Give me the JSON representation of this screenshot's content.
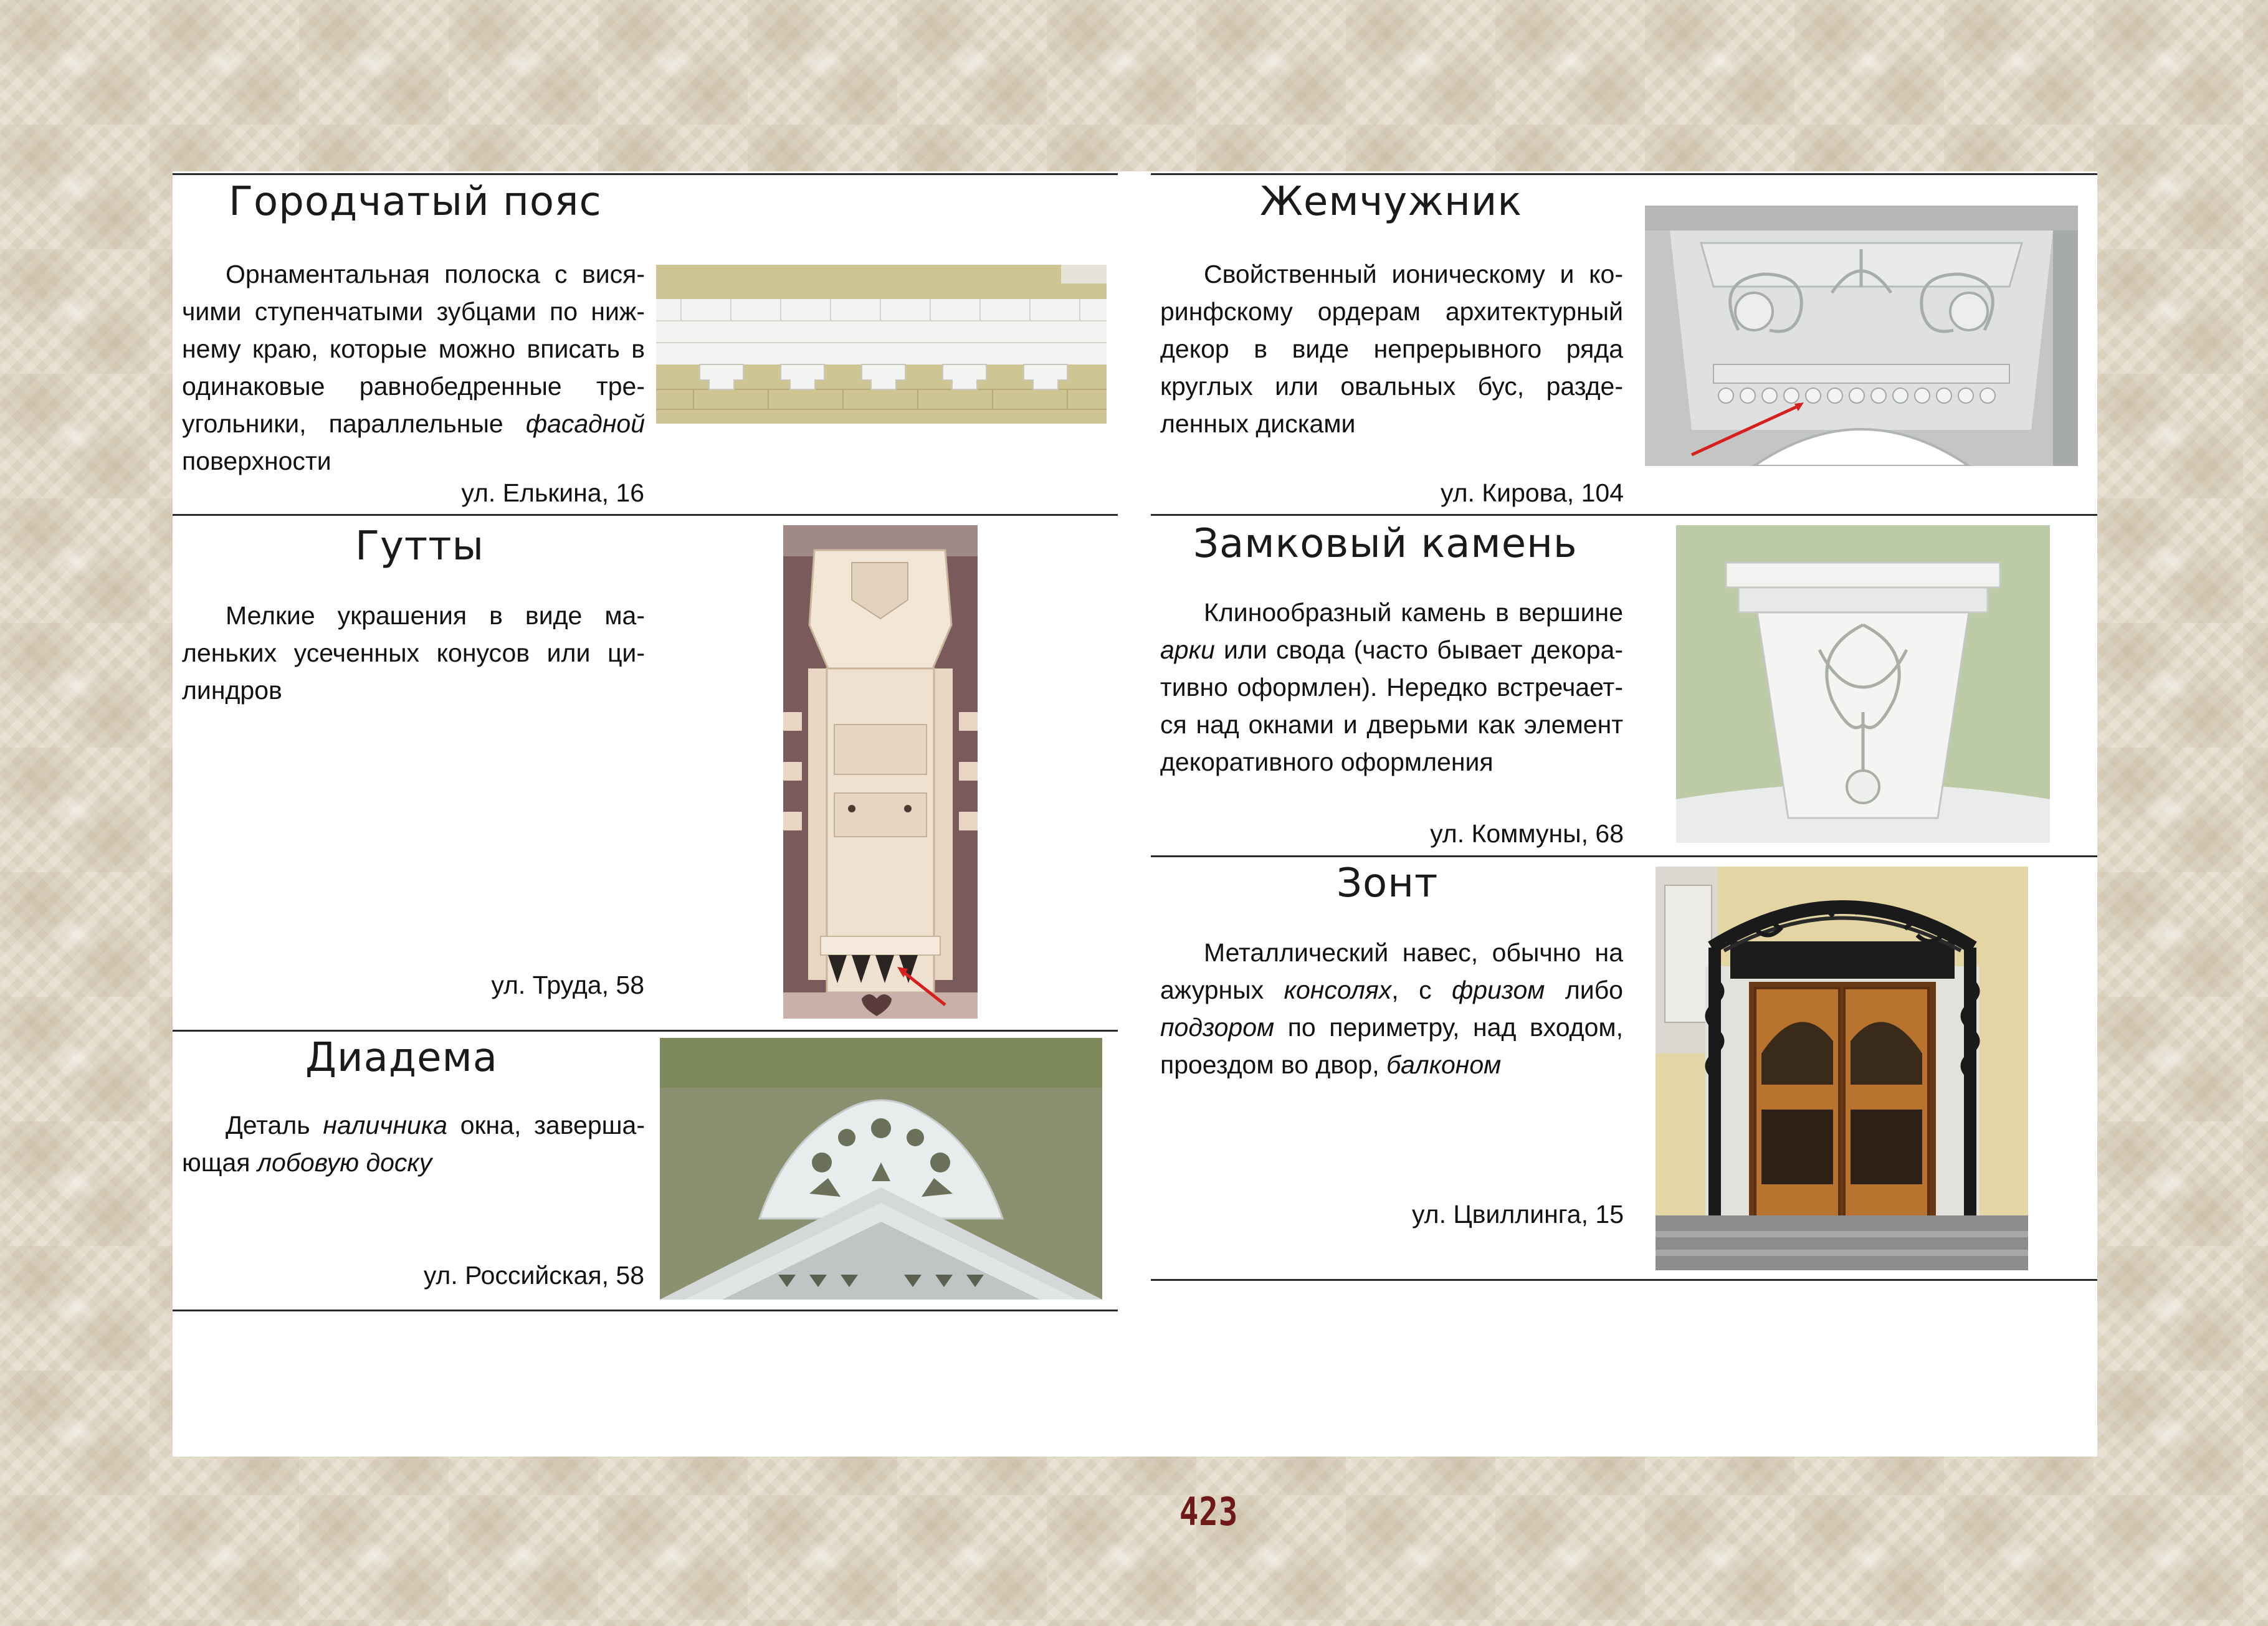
{
  "entries": {
    "gorodchaty": {
      "title": "Городчатый пояс",
      "desc": [
        "Орнаментальная полоска с вися­чими ступенчатыми зубцами по ниж­нему краю, которые можно вписать в одинаковые равнобедренные тре­угольники, параллельные ",
        "фасадной",
        " поверхности"
      ],
      "address": "ул. Елькина, 16"
    },
    "gutty": {
      "title": "Гутты",
      "desc": "Мелкие украшения в виде ма­леньких усеченных конусов или ци­линдров",
      "address": "ул. Труда, 58"
    },
    "diadema": {
      "title": "Диадема",
      "desc": [
        "Деталь ",
        "наличника",
        " окна, заверша­ющая ",
        "лобовую доску"
      ],
      "address": "ул. Российская, 58"
    },
    "zhemchuzhnik": {
      "title": "Жемчужник",
      "desc": "Свойственный ионическому и ко­ринфскому ордерам архитектурный декор в виде непрерывного ряда круглых или овальных бус, разде­ленных дисками",
      "address": "ул. Кирова, 104"
    },
    "zamkovy": {
      "title": "Замковый камень",
      "desc": [
        "Клинообразный камень в вершине ",
        "арки",
        " или свода (часто бывает декора­тивно оформлен). Нередко встречает­ся над окнами и дверьми как элемент декоративного оформления"
      ],
      "address": "ул. Коммуны, 68"
    },
    "zont": {
      "title": "Зонт",
      "desc": [
        "Металлический навес, обычно на ажурных ",
        "консолях",
        ", с ",
        "фризом",
        " либо ",
        "подзором",
        " по периметру, над входом, проездом во двор, ",
        "балконом"
      ],
      "address": "ул. Цвиллинга, 15"
    }
  },
  "page_number": "423",
  "colors": {
    "page_number": "#6e1818",
    "rule": "#2a2a2a",
    "background": "#e4dccb"
  }
}
